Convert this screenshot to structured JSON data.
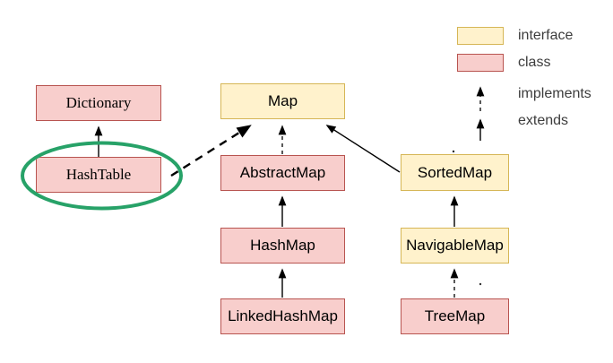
{
  "legend": {
    "interface_label": "interface",
    "class_label": "class",
    "implements_label": "implements",
    "extends_label": "extends"
  },
  "nodes": [
    {
      "id": "dictionary",
      "label": "Dictionary",
      "type": "class"
    },
    {
      "id": "hashtable",
      "label": "HashTable",
      "type": "class",
      "highlighted": true
    },
    {
      "id": "map",
      "label": "Map",
      "type": "interface"
    },
    {
      "id": "abstractmap",
      "label": "AbstractMap",
      "type": "class"
    },
    {
      "id": "hashmap",
      "label": "HashMap",
      "type": "class"
    },
    {
      "id": "linkedhashmap",
      "label": "LinkedHashMap",
      "type": "class"
    },
    {
      "id": "sortedmap",
      "label": "SortedMap",
      "type": "interface"
    },
    {
      "id": "navigablemap",
      "label": "NavigableMap",
      "type": "interface"
    },
    {
      "id": "treemap",
      "label": "TreeMap",
      "type": "class"
    }
  ],
  "edges": [
    {
      "from": "HashTable",
      "to": "Dictionary",
      "relation": "extends",
      "style": "solid"
    },
    {
      "from": "HashTable",
      "to": "Map",
      "relation": "implements",
      "style": "dashed-bold"
    },
    {
      "from": "AbstractMap",
      "to": "Map",
      "relation": "implements",
      "style": "dashed"
    },
    {
      "from": "HashMap",
      "to": "AbstractMap",
      "relation": "extends",
      "style": "solid"
    },
    {
      "from": "LinkedHashMap",
      "to": "HashMap",
      "relation": "extends",
      "style": "solid"
    },
    {
      "from": "SortedMap",
      "to": "Map",
      "relation": "extends",
      "style": "solid"
    },
    {
      "from": "NavigableMap",
      "to": "SortedMap",
      "relation": "extends",
      "style": "solid"
    },
    {
      "from": "TreeMap",
      "to": "NavigableMap",
      "relation": "implements",
      "style": "dashed"
    }
  ],
  "highlight": {
    "shape": "ellipse",
    "around": "HashTable"
  },
  "colors": {
    "interface_fill": "#fff2cc",
    "interface_border": "#d6b656",
    "class_fill": "#f8cecc",
    "class_border": "#b85450",
    "highlight_ellipse": "#27a268",
    "arrow": "#000000"
  }
}
